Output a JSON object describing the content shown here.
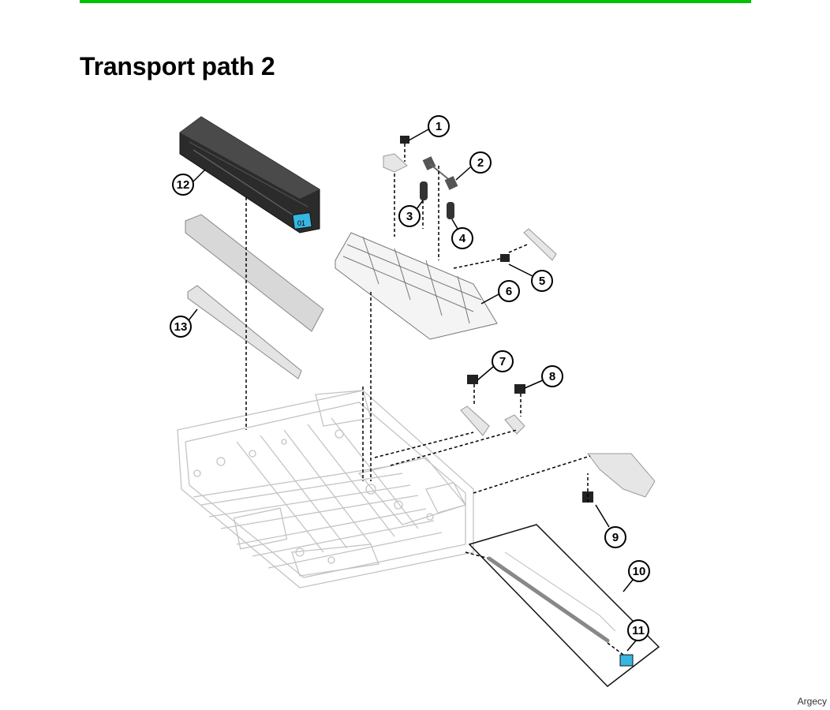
{
  "page": {
    "title": "Transport path 2",
    "footer": "Argecy",
    "accent_color": "#00c000"
  },
  "callouts": [
    {
      "label": "1",
      "part": "sensor"
    },
    {
      "label": "2",
      "part": "roller"
    },
    {
      "label": "3",
      "part": "bushing"
    },
    {
      "label": "4",
      "part": "bushing"
    },
    {
      "label": "5",
      "part": "sensor"
    },
    {
      "label": "6",
      "part": "transport-guide"
    },
    {
      "label": "7",
      "part": "sensor"
    },
    {
      "label": "8",
      "part": "sensor"
    },
    {
      "label": "9",
      "part": "sensor"
    },
    {
      "label": "10",
      "part": "roller-assembly"
    },
    {
      "label": "11",
      "part": "bracket"
    },
    {
      "label": "12",
      "part": "cover"
    },
    {
      "label": "13",
      "part": "guide-rail"
    }
  ],
  "part_tags": {
    "cover_tag": "01",
    "highlight_color": "#36b6e0"
  }
}
